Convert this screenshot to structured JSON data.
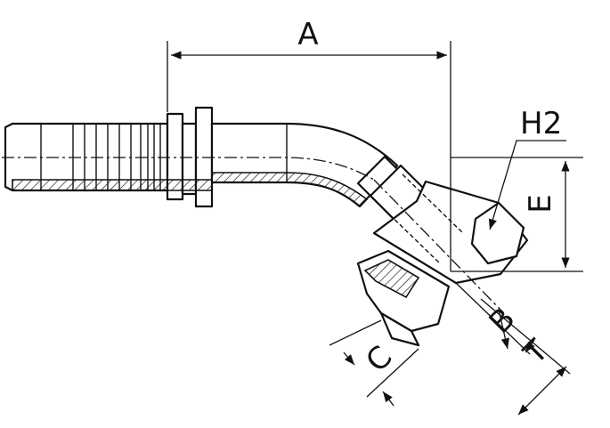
{
  "diagram": {
    "labels": {
      "A": "A",
      "B": "B",
      "C": "C",
      "T": "T",
      "E": "E",
      "H2": "H2"
    }
  }
}
